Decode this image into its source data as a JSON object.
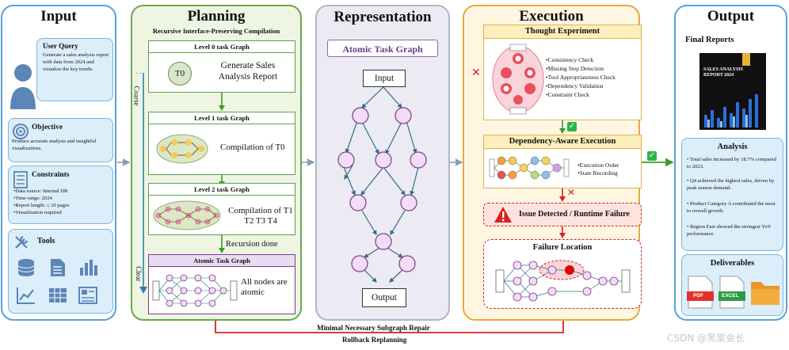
{
  "input": {
    "title": "Input",
    "user_query_title": "User Query",
    "user_query_text": "Generate a sales analysis report with data from 2024 and visualize the key trends.",
    "objective_title": "Objective",
    "objective_text": "Produce accurate analysis and insightful visualizations.",
    "constraints_title": "Constraints",
    "constraints": [
      "•Data source: Internal DB",
      "•Time range: 2024",
      "•Report length: ≤ 10 pages",
      "•Visualization required"
    ],
    "tools_title": "Tools"
  },
  "planning": {
    "title": "Planning",
    "subtitle": "Recursive Interface-Preserving Compilation",
    "coarse_label": "Coarse",
    "clear_label": "Clear",
    "level0_title": "Level 0 task Graph",
    "level0_node": "T0",
    "level0_text": "Generate Sales Analysis Report",
    "level1_title": "Level 1 task Graph",
    "level1_text": "Compilation of T0",
    "level2_title": "Level 2 task Graph",
    "level2_text": "Compilation of T1 T2 T3 T4",
    "recursion_done": "Recursion done",
    "atomic_title": "Atomic Task Graph",
    "atomic_text": "All nodes are atomic"
  },
  "representation": {
    "title": "Representation",
    "atomic_label": "Atomic Task Graph",
    "input_label": "Input",
    "output_label": "Output"
  },
  "execution": {
    "title": "Execution",
    "thought_title": "Thought Experiment",
    "thought_checks": [
      "•Consistency Check",
      "•Missing Step Detection",
      "•Tool Appropriateness Check",
      "•Dependency Validation",
      "•Constraint Check"
    ],
    "dependency_title": "Dependency-Aware Execution",
    "dependency_items": [
      "•Execution Order",
      "•State Recording"
    ],
    "issue_text": "Issue Detected / Runtime Failure",
    "failure_title": "Failure Location"
  },
  "output": {
    "title": "Output",
    "final_reports": "Final Reports",
    "report_cover": "SALES ANALYSIS REPORT 2024",
    "analysis_title": "Analysis",
    "analysis_items": [
      "• Total sales increased by 18.7% compared to 2023.",
      "• Q4 achieved the highest sales, driven by peak season demand.",
      "• Product Category A contributed the most to overall growth.",
      "• Region East showed the strongest YoY performance."
    ],
    "deliverables_title": "Deliverables",
    "pdf_label": "PDF",
    "excel_label": "EXCEL"
  },
  "feedback": {
    "repair": "Minimal Necessary Subgraph Repair",
    "replan": "Rollback Replanning"
  },
  "watermark": "CSDN @黑棠会长",
  "colors": {
    "input_border": "#5aa0dc",
    "planning_bg": "#eef5e3",
    "planning_border": "#6aa84f",
    "representation_bg": "#eceaf2",
    "execution_bg": "#fff6e2",
    "execution_border": "#e8a93a",
    "node_fill": "#f3dcf5",
    "node_stroke": "#7b3a8f",
    "edge": "#2f6e8c",
    "failure_red": "#d92020"
  }
}
